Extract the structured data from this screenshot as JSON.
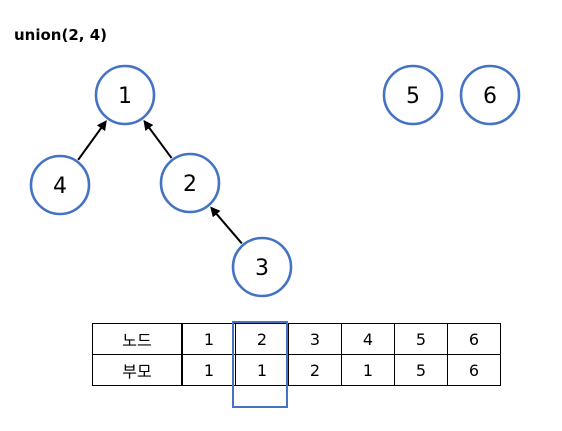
{
  "title": "union(2, 4)",
  "nodes": [
    {
      "id": "1",
      "label": "1"
    },
    {
      "id": "2",
      "label": "2"
    },
    {
      "id": "3",
      "label": "3"
    },
    {
      "id": "4",
      "label": "4"
    },
    {
      "id": "5",
      "label": "5"
    },
    {
      "id": "6",
      "label": "6"
    }
  ],
  "edges": [
    {
      "from": "4",
      "to": "1"
    },
    {
      "from": "2",
      "to": "1"
    },
    {
      "from": "3",
      "to": "2"
    }
  ],
  "table": {
    "row_labels": [
      "노드",
      "부모"
    ],
    "nodes": [
      "1",
      "2",
      "3",
      "4",
      "5",
      "6"
    ],
    "parents": [
      "1",
      "1",
      "2",
      "1",
      "5",
      "6"
    ],
    "highlighted_node": "2"
  },
  "colors": {
    "node_stroke": "#4472c4",
    "highlight": "#4472c4"
  }
}
